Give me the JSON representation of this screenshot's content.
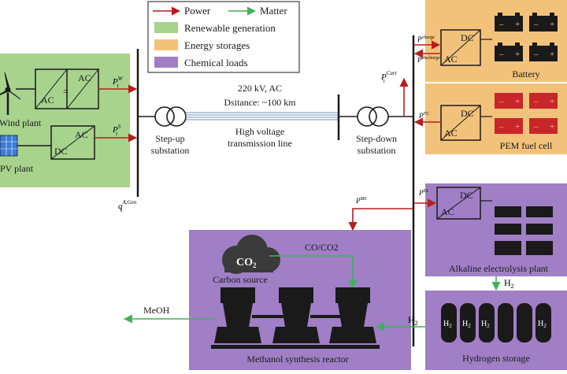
{
  "legend": {
    "power": "Power",
    "matter": "Matter",
    "renewable": "Renewable generation",
    "storage": "Energy storages",
    "chemical": "Chemical loads"
  },
  "colors": {
    "renewable": "#a7d38d",
    "storage": "#f3c27a",
    "chemical": "#a07fc6",
    "power_arrow": "#b81c1c",
    "matter_arrow": "#3cb35a",
    "transmission": "#8aa6c9"
  },
  "plants": {
    "wind": {
      "label": "Wind plant",
      "ac_left": "AC",
      "eq": "=",
      "ac_right": "AC",
      "p_main": "P",
      "p_sup": "W",
      "p_sub": "t"
    },
    "pv": {
      "label": "PV plant",
      "dc": "DC",
      "ac": "AC",
      "p_main": "P",
      "p_sup": "S",
      "p_sub": "t"
    }
  },
  "substations": {
    "step_up": "Step-up\nsubstation",
    "step_down": "Step-down\nsubstation"
  },
  "transmission": {
    "voltage": "220 kV, AC",
    "distance": "Dsitance: ~100 km",
    "line": "High voltage\ntransmission line"
  },
  "gen_label": {
    "main": "q",
    "sup": "A,Gen",
    "sub": "t"
  },
  "curt_label": {
    "main": "P",
    "sup": "Curt",
    "sub": "t"
  },
  "battery": {
    "label": "Battery",
    "dc": "DC",
    "ac": "AC",
    "p_charge": "charge",
    "p_discharge": "discharge",
    "p_sub": "t"
  },
  "fuel_cell": {
    "label": "PEM fuel cell",
    "dc": "DC",
    "ac": "AC",
    "p_sup": "FC",
    "p_sub": "t"
  },
  "electrolysis": {
    "label": "Alkaline electrolysis plant",
    "dc": "DC",
    "ac": "AC",
    "p_sup": "EL",
    "p_sub": "t"
  },
  "methanol_power": {
    "p_sup": "MS",
    "p_sub": "t"
  },
  "methanol": {
    "label": "Methanol synthesis reactor",
    "output": "MeOH",
    "co2_text": "CO",
    "co2_sub": "2",
    "carbon_source": "Carbon source",
    "co_label": "CO/CO2"
  },
  "h2": {
    "h": "H",
    "sub": "2",
    "storage_label": "Hydrogen storage"
  }
}
